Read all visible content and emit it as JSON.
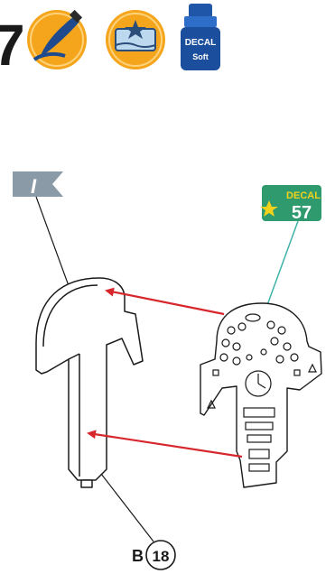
{
  "step": {
    "number": "7"
  },
  "header_icons": [
    {
      "name": "paint-brush-icon"
    },
    {
      "name": "decal-in-water-icon"
    },
    {
      "name": "decal-softener-bottle-icon",
      "line1": "DECAL",
      "line2": "Soft"
    }
  ],
  "flag": {
    "label": "I"
  },
  "decal": {
    "word": "DECAL",
    "number": "57"
  },
  "part": {
    "sprue": "B",
    "number": "18"
  },
  "colors": {
    "accent_red": "#d7262c",
    "icon_orange": "#f4a51c",
    "decal_green": "#2e9a6e",
    "flag_grey": "#8a9aa6",
    "teal_line": "#3fb3a8"
  }
}
